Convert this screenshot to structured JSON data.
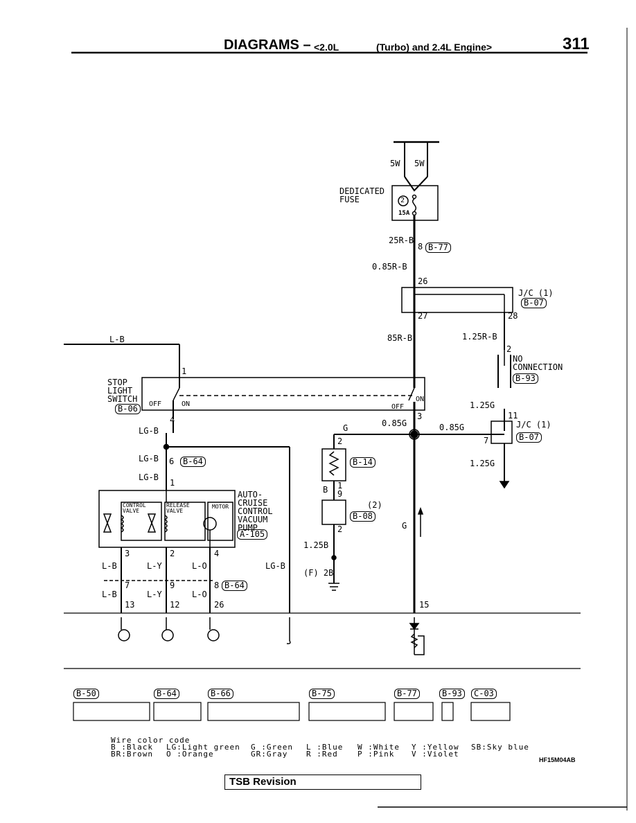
{
  "header": {
    "title": "DIAGRAMS –",
    "engine_a": "<2.0L",
    "engine_b": "(Turbo) and 2.4L Engine>",
    "page_number": "311"
  },
  "fuse": {
    "label_line1": "DEDICATED",
    "label_line2": "FUSE",
    "number": "2",
    "rating": "15A",
    "wire_left": "5W",
    "wire_right": "5W"
  },
  "wires": {
    "w_25rb": "25R-B",
    "w_085rb": "0.85R-B",
    "w_85rb": "85R-B",
    "w_125rb": "1.25R-B",
    "w_lb_top": "L-B",
    "w_lgb_1": "LG-B",
    "w_lgb_2": "LG-B",
    "w_lgb_3": "LG-B",
    "w_lgb_right": "LG-B",
    "w_g": "G",
    "w_085g_a": "0.85G",
    "w_085g_b": "0.85G",
    "w_125g_a": "1.25G",
    "w_125g_b": "1.25G",
    "w_b": "B",
    "w_125b": "1.25B",
    "w_f2b": "(F) 2B",
    "w_g_vert": "G",
    "w_lb_1": "L-B",
    "w_ly_1": "L-Y",
    "w_lo_1": "L-O",
    "w_lb_2": "L-B",
    "w_ly_2": "L-Y",
    "w_lo_2": "L-O"
  },
  "pins": {
    "p8": "8",
    "p26": "26",
    "p27": "27",
    "p28": "28",
    "p2_nc": "2",
    "p11": "11",
    "p7_jc": "7",
    "p1_sw": "1",
    "p4_sw": "4",
    "p3_sw": "3",
    "p6": "6",
    "p1_pump": "1",
    "p3_pump": "3",
    "p2_pump": "2",
    "p4_pump": "4",
    "p7": "7",
    "p9": "9",
    "p8_b64": "8",
    "p13": "13",
    "p12": "12",
    "p26_b": "26",
    "p2_res": "2",
    "p1_res": "1",
    "p9_res": "9",
    "p2_diode": "2",
    "p15": "15"
  },
  "refs": {
    "b77": "B-77",
    "b07a": "B-07",
    "b93": "B-93",
    "b07b": "B-07",
    "b06": "B-06",
    "b64": "B-64",
    "a105": "A-105",
    "b14": "B-14",
    "b08": "B-08",
    "b64b": "B-64"
  },
  "components": {
    "jc1_top": "J/C (1)",
    "jc1_mid": "J/C (1)",
    "no_conn_1": "NO",
    "no_conn_2": "CONNECTION",
    "stop_1": "STOP",
    "stop_2": "LIGHT",
    "stop_3": "SWITCH",
    "off_left": "OFF",
    "on_left": "ON",
    "off_right": "OFF",
    "on_right": "ON",
    "pump_1": "AUTO-",
    "pump_2": "CRUISE",
    "pump_3": "CONTROL",
    "pump_4": "VACUUM",
    "pump_5": "PUMP",
    "control_valve": "CONTROL VALVE",
    "release_valve": "RELEASE VALVE",
    "motor": "MOTOR",
    "b08_num": "(2)"
  },
  "connectors": {
    "b50": "B-50",
    "b64": "B-64",
    "b66": "B-66",
    "b75": "B-75",
    "b77": "B-77",
    "b93": "B-93",
    "c03": "C-03"
  },
  "legend": {
    "title": "Wire color code",
    "rows": [
      [
        "B :Black",
        "LG:Light green",
        "G :Green",
        "L :Blue",
        "W :White",
        "Y :Yellow",
        "SB:Sky blue"
      ],
      [
        "BR:Brown",
        "O :Orange",
        "GR:Gray",
        "R :Red",
        "P :Pink",
        "V :Violet",
        ""
      ]
    ],
    "code": "HF15M04AB"
  },
  "footer": {
    "tsb": "TSB Revision"
  }
}
